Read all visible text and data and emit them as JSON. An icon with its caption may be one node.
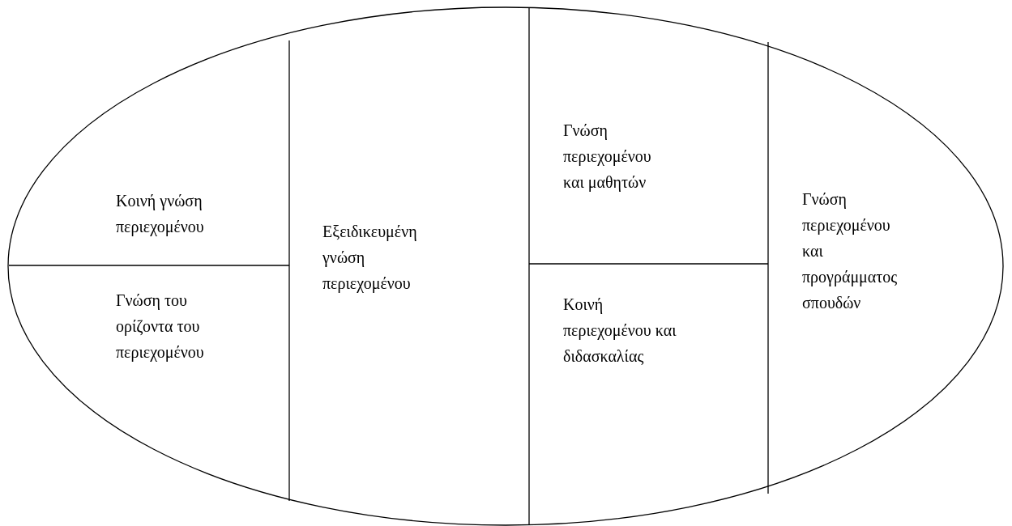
{
  "diagram": {
    "nodes": [
      {
        "text": [],
        "shape": "ellipse"
      },
      {
        "text": [
          "Κοινή γνώση περιεχομένου"
        ],
        "in": 0
      },
      {
        "text": [
          "Γνώση του ορίζοντα του περιεχομένου"
        ],
        "in": 0
      },
      {
        "text": [
          "Εξειδικευμένη γνώση περιεχομένου"
        ],
        "in": 0
      },
      {
        "text": [
          "Γνώση περιεχομένου και μαθητών"
        ],
        "in": 0
      },
      {
        "text": [
          "Κοινή περιεχομένου και διδασκαλίας"
        ],
        "in": 0
      },
      {
        "text": [
          "Γνώση περιεχομένου και προγράμματος σπουδών"
        ],
        "in": 0
      }
    ]
  }
}
